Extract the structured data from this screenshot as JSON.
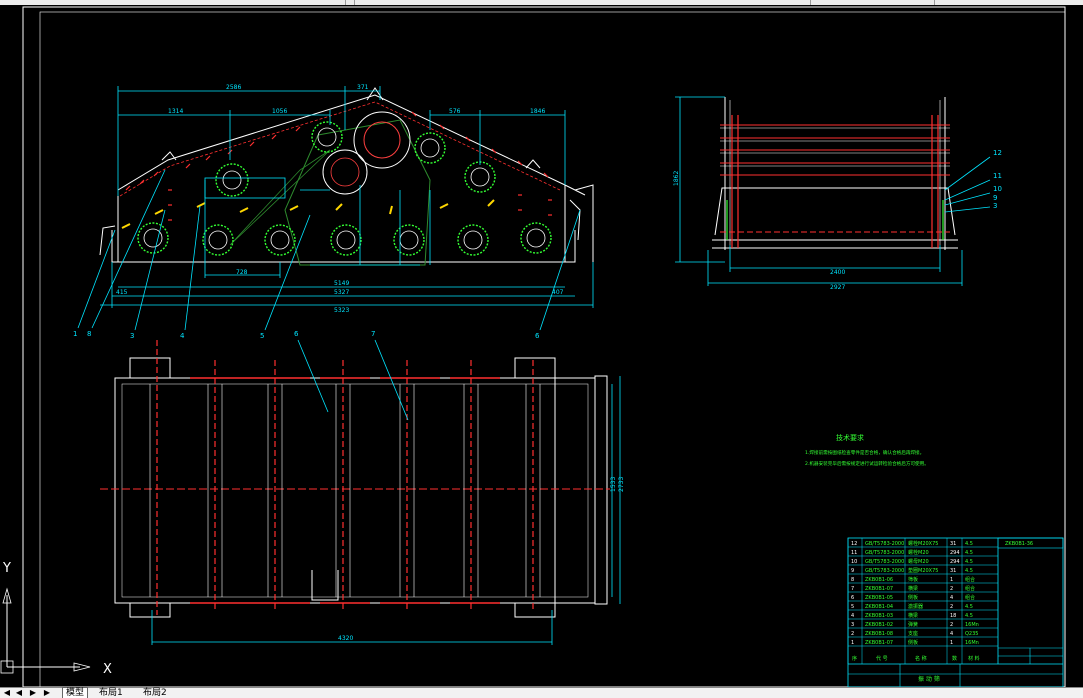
{
  "window": {
    "toolbar_segments": 4
  },
  "ucs": {
    "x_label": "X",
    "y_label": "Y"
  },
  "front_view": {
    "dims": [
      "2586",
      "371",
      "1314",
      "1056",
      "576",
      "1846",
      "728",
      "5149",
      "415",
      "5327",
      "407",
      "5323"
    ],
    "leader_numbers": [
      "1",
      "8",
      "3",
      "4",
      "5",
      "6"
    ]
  },
  "side_view": {
    "dims": [
      "1862",
      "2400",
      "2927"
    ],
    "leader_numbers": [
      "12",
      "11",
      "10",
      "9",
      "3"
    ]
  },
  "top_view": {
    "dims": [
      "4320",
      "1533",
      "2733"
    ],
    "leader_numbers": [
      "6",
      "7"
    ]
  },
  "notes": {
    "title": "技术要求",
    "lines": [
      "1.焊接前需按图纸检查零件是否合格，确认合格后再焊接。",
      "2.机器安装完毕后需按规定进行试运转检验合格后方可使用。"
    ]
  },
  "bom": {
    "rows": [
      {
        "no": "12",
        "code": "GB/T5783-2000",
        "name": "螺栓M20X75",
        "qty": "31",
        "mat": "4.5"
      },
      {
        "no": "11",
        "code": "GB/T5783-2000",
        "name": "螺栓M20",
        "qty": "294",
        "mat": "4.5"
      },
      {
        "no": "10",
        "code": "GB/T5783-2000",
        "name": "螺母M20",
        "qty": "294",
        "mat": "4.5"
      },
      {
        "no": "9",
        "code": "GB/T5783-2000",
        "name": "垫圈M20X75",
        "qty": "31",
        "mat": "4.5"
      },
      {
        "no": "8",
        "code": "ZKB0B1-06",
        "name": "筛板",
        "qty": "1",
        "mat": "组合"
      },
      {
        "no": "7",
        "code": "ZKB0B1-07",
        "name": "横梁",
        "qty": "2",
        "mat": "组合"
      },
      {
        "no": "6",
        "code": "ZKB0B1-05",
        "name": "侧板",
        "qty": "4",
        "mat": "组合"
      },
      {
        "no": "5",
        "code": "ZKB0B1-04",
        "name": "激振器",
        "qty": "2",
        "mat": "4.5"
      },
      {
        "no": "4",
        "code": "ZKB0B1-03",
        "name": "横梁",
        "qty": "18",
        "mat": "4.5"
      },
      {
        "no": "3",
        "code": "ZKB0B1-02",
        "name": "弹簧",
        "qty": "2",
        "mat": "16Mn"
      },
      {
        "no": "2",
        "code": "ZKB0B1-08",
        "name": "支座",
        "qty": "4",
        "mat": "Q235"
      },
      {
        "no": "1",
        "code": "ZKB0B1-07",
        "name": "侧板",
        "qty": "1",
        "mat": "16Mn"
      }
    ],
    "headers": [
      "序",
      "代 号",
      "名 称",
      "数",
      "材 料"
    ],
    "drawing_code": "ZKB0B1-36",
    "title_block_label": "振 动 筛"
  },
  "layout_tabs": [
    "模型",
    "布局1",
    "布局2"
  ]
}
